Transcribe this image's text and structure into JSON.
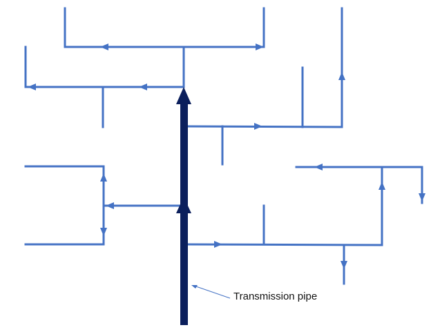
{
  "diagram": {
    "title": "",
    "callout_label": "Transmission pipe",
    "colors": {
      "distribution_pipe": "#4472C4",
      "transmission_pipe": "#0B1F5C",
      "callout_line": "#4472C4",
      "background": "#FFFFFF"
    },
    "elements": [
      {
        "name": "transmission-pipe",
        "kind": "main-pipe",
        "flow": "up",
        "arrowheads": 2
      },
      {
        "name": "pipe-top-left-network",
        "kind": "distribution-pipe",
        "flow": [
          "up",
          "left",
          "right"
        ]
      },
      {
        "name": "pipe-right-upper-network",
        "kind": "distribution-pipe",
        "flow": [
          "right",
          "up"
        ]
      },
      {
        "name": "pipe-left-lower-network",
        "kind": "distribution-pipe",
        "flow": [
          "left",
          "up",
          "down"
        ]
      },
      {
        "name": "pipe-right-lower-network",
        "kind": "distribution-pipe",
        "flow": [
          "right",
          "up",
          "left",
          "down"
        ]
      }
    ]
  }
}
